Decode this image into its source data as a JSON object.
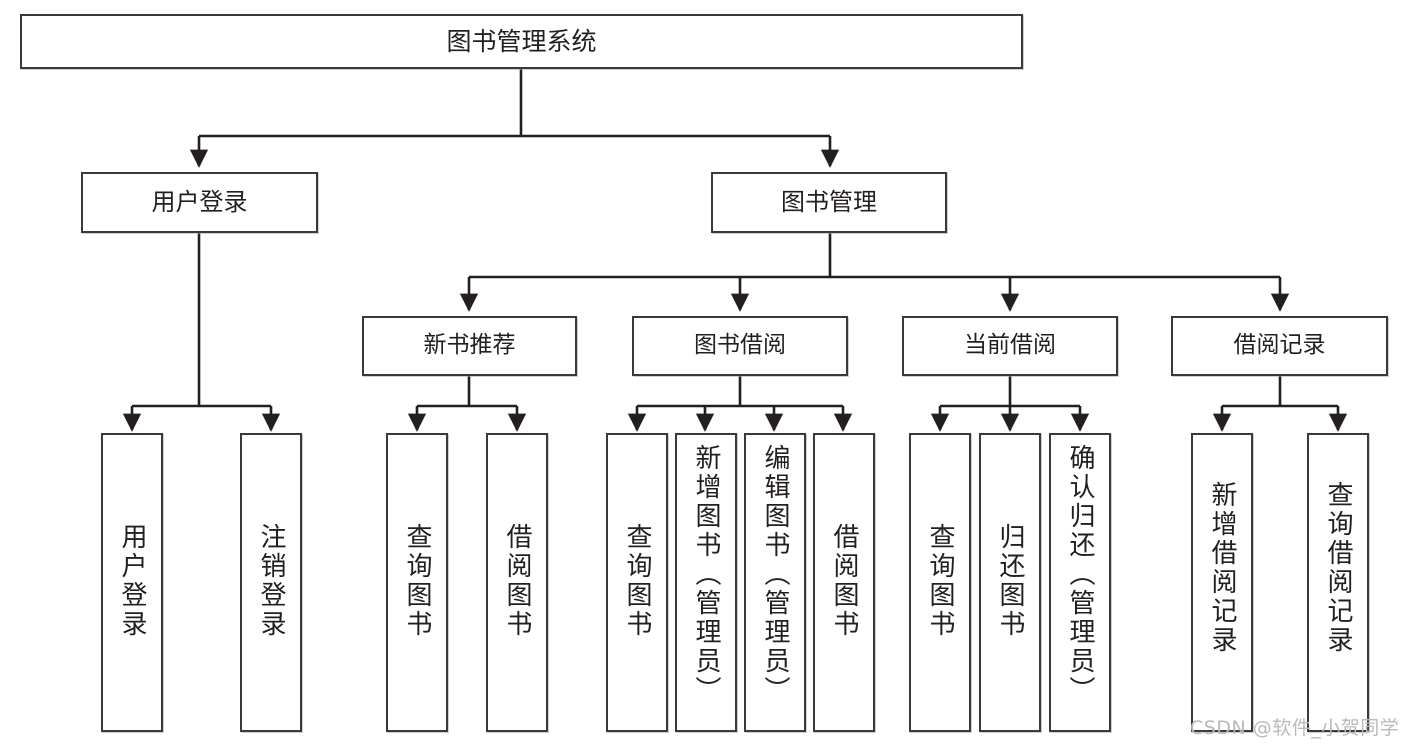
{
  "diagram": {
    "title": "图书管理系统",
    "type": "tree-hierarchy",
    "orientation": "top-down",
    "root": {
      "label": "图书管理系统"
    },
    "level2": [
      {
        "label": "用户登录"
      },
      {
        "label": "图书管理"
      }
    ],
    "level3": [
      {
        "label": "新书推荐"
      },
      {
        "label": "图书借阅"
      },
      {
        "label": "当前借阅"
      },
      {
        "label": "借阅记录"
      }
    ],
    "leaves": {
      "user_login": [
        {
          "label": "用户登录"
        },
        {
          "label": "注销登录"
        }
      ],
      "new_book_recommend": [
        {
          "label": "查询图书"
        },
        {
          "label": "借阅图书"
        }
      ],
      "book_borrow": [
        {
          "label": "查询图书"
        },
        {
          "label": "新增图书（管理员）"
        },
        {
          "label": "编辑图书（管理员）"
        },
        {
          "label": "借阅图书"
        }
      ],
      "current_borrow": [
        {
          "label": "查询图书"
        },
        {
          "label": "归还图书"
        },
        {
          "label": "确认归还（管理员）"
        }
      ],
      "borrow_record": [
        {
          "label": "新增借阅记录"
        },
        {
          "label": "查询借阅记录"
        }
      ]
    },
    "watermark": "CSDN @软件_小贺同学",
    "colors": {
      "background": "#ffffff",
      "box_border": "#3a3a3a",
      "box_fill": "#ffffff",
      "text": "#231f20",
      "connector": "#231f20",
      "watermark": "#b9b9b9"
    }
  }
}
